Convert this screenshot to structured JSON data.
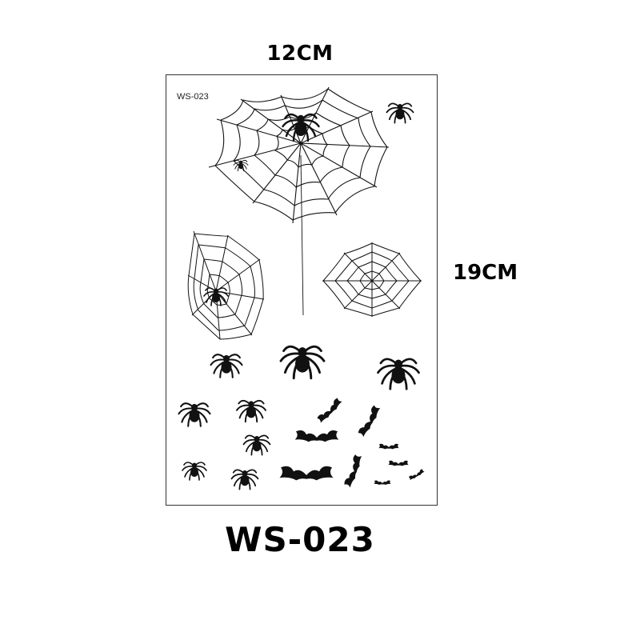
{
  "dimensions": {
    "width_label": "12CM",
    "height_label": "19CM"
  },
  "sheet": {
    "code": "WS-023"
  },
  "product": {
    "code": "WS-023"
  },
  "artwork": {
    "icons": [
      "spider-web-icon",
      "spider-icon",
      "bat-icon"
    ],
    "ink_color": "#111111"
  }
}
